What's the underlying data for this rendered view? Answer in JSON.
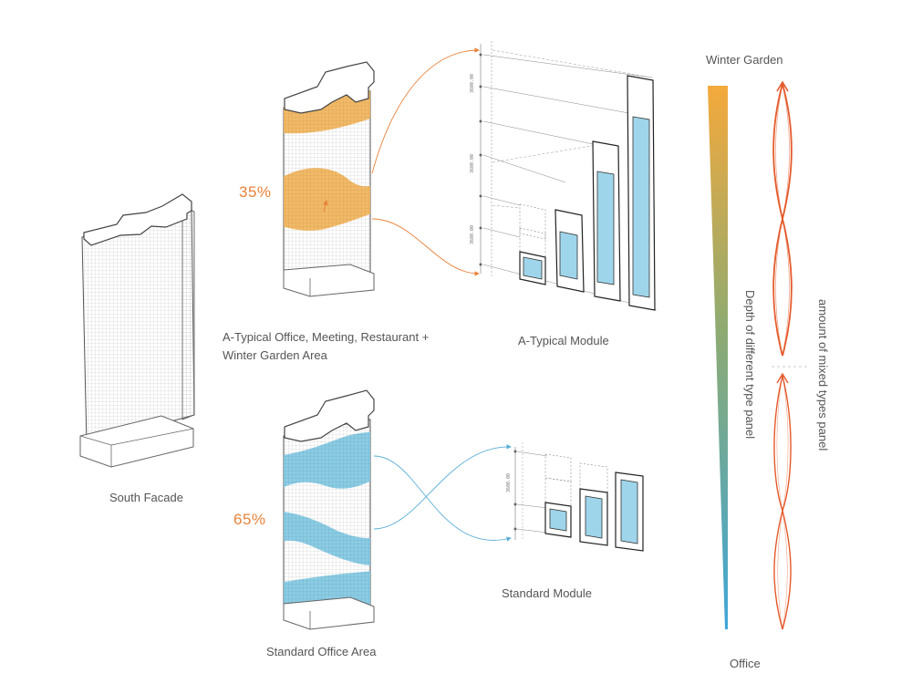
{
  "labels": {
    "south_facade": "South Facade",
    "atypical_area_line1": "A-Typical Office, Meeting, Restaurant +",
    "atypical_area_line2": "Winter Garden Area",
    "atypical_module": "A-Typical Module",
    "standard_area": "Standard Office Area",
    "standard_module": "Standard Module",
    "winter_garden": "Winter Garden",
    "office": "Office",
    "depth_axis": "Depth of different type panel",
    "mixed_axis": "amount of mixed types panel"
  },
  "percentages": {
    "atypical": "35%",
    "standard": "65%"
  },
  "dimensions": {
    "atypical_1": "3600.00",
    "atypical_2": "3600.00",
    "atypical_3": "3600.00",
    "standard_1": "3600.00"
  },
  "colors": {
    "orange": "#f0b660",
    "blue": "#7cc6e0",
    "accent": "#e8823a",
    "gradient_top": "#f4a93c",
    "gradient_mid": "#8eab72",
    "gradient_bottom": "#3fa6d8"
  }
}
